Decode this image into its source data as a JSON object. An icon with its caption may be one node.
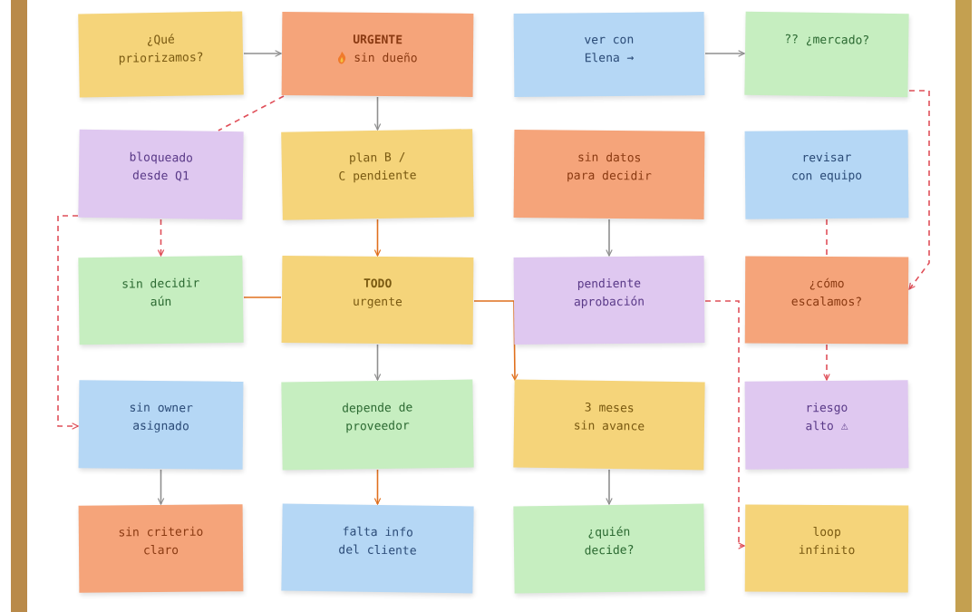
{
  "diagram": {
    "nodes": [
      {
        "text": [
          "¿Qué priorizamos?"
        ]
      },
      {
        "text": [
          "URGENTE",
          "sin dueño"
        ]
      },
      {
        "text": [
          "ver con Elena →"
        ]
      },
      {
        "text": [
          "?? ¿mercado?"
        ]
      },
      {
        "text": [
          "bloqueado desde Q1"
        ]
      },
      {
        "text": [
          "plan B / C pendiente"
        ]
      },
      {
        "text": [
          "sin datos para decidir"
        ]
      },
      {
        "text": [
          "revisar con equipo"
        ]
      },
      {
        "text": [
          "sin decidir aún"
        ]
      },
      {
        "text": [
          "TODO",
          "urgente"
        ]
      },
      {
        "text": [
          "pendiente aprobación"
        ]
      },
      {
        "text": [
          "¿cómo escalamos?"
        ]
      },
      {
        "text": [
          "sin owner asignado"
        ]
      },
      {
        "text": [
          "depende de proveedor"
        ]
      },
      {
        "text": [
          "3 meses sin avance"
        ]
      },
      {
        "text": [
          "riesgo alto ⚠"
        ]
      },
      {
        "text": [
          "sin criterio claro"
        ]
      },
      {
        "text": [
          "falta info del cliente"
        ]
      },
      {
        "text": [
          "¿quién decide?"
        ]
      },
      {
        "text": [
          "loop infinito"
        ]
      }
    ],
    "edges": [
      {
        "from": 0,
        "to": 1,
        "arrow": "to"
      },
      {
        "from": 1,
        "to": 4,
        "arrow": "none",
        "style": "dashed",
        "color": "#e0505a"
      },
      {
        "from": 1,
        "to": 5,
        "arrow": "to"
      },
      {
        "from": 2,
        "to": 3,
        "arrow": "to"
      },
      {
        "from": 3,
        "to": 11,
        "arrow": "to",
        "style": "dashed",
        "color": "#e0505a"
      },
      {
        "from": 4,
        "to": 8,
        "arrow": "to",
        "style": "dashed",
        "color": "#e0505a"
      },
      {
        "from": 4,
        "to": 12,
        "arrow": "to",
        "style": "dashed",
        "color": "#e0505a"
      },
      {
        "from": 5,
        "to": 9,
        "arrow": "to",
        "color": "#e0701e"
      },
      {
        "from": 6,
        "to": 10,
        "arrow": "to"
      },
      {
        "from": 7,
        "to": 11,
        "arrow": "none",
        "style": "dashed",
        "color": "#e0505a"
      },
      {
        "from": 9,
        "to": 8,
        "arrow": "none",
        "color": "#e0701e"
      },
      {
        "from": 9,
        "to": 14,
        "arrow": "to",
        "color": "#e0701e"
      },
      {
        "from": 9,
        "to": 13,
        "arrow": "to"
      },
      {
        "from": 10,
        "to": 19,
        "arrow": "to",
        "style": "dashed",
        "color": "#e0505a"
      },
      {
        "from": 11,
        "to": 15,
        "arrow": "to",
        "style": "dashed",
        "color": "#e0505a"
      },
      {
        "from": 12,
        "to": 16,
        "arrow": "to"
      },
      {
        "from": 13,
        "to": 17,
        "arrow": "to",
        "color": "#e0701e"
      },
      {
        "from": 14,
        "to": 18,
        "arrow": "to"
      }
    ]
  }
}
